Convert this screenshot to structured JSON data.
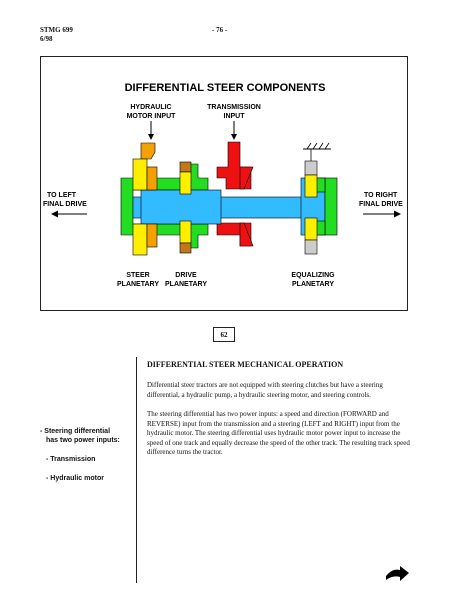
{
  "header": {
    "doc_id": "STMG 699",
    "date": "6/98",
    "page_number": "- 76 -"
  },
  "figure": {
    "title": "DIFFERENTIAL STEER COMPONENTS",
    "labels": {
      "hydraulic_l1": "HYDRAULIC",
      "hydraulic_l2": "MOTOR INPUT",
      "transmission_l1": "TRANSMISSION",
      "transmission_l2": "INPUT",
      "left_l1": "TO LEFT",
      "left_l2": "FINAL DRIVE",
      "right_l1": "TO RIGHT",
      "right_l2": "FINAL DRIVE",
      "steer_l1": "STEER",
      "steer_l2": "PLANETARY",
      "drive_l1": "DRIVE",
      "drive_l2": "PLANETARY",
      "equal_l1": "EQUALIZING",
      "equal_l2": "PLANETARY"
    },
    "colors": {
      "green": "#22dd22",
      "red": "#ee1111",
      "blue": "#33bbff",
      "yellow": "#ffee00",
      "orange": "#f5a000",
      "brown": "#c07818",
      "gray": "#cccccc"
    },
    "number": "62"
  },
  "sidebar": {
    "point_line1": "- Steering differential",
    "point_line2": "has two power inputs:",
    "sub1": "- Transmission",
    "sub2": "- Hydraulic motor"
  },
  "content": {
    "title": "DIFFERENTIAL STEER MECHANICAL OPERATION",
    "para1": "Differential steer tractors are not equipped with steering clutches but have a steering differential, a hydraulic pump, a hydraulic steering motor, and steering controls.",
    "para2": "The steering differential has two power inputs:  a speed and direction (FORWARD and REVERSE) input from the transmission and a steering (LEFT and RIGHT) input from the hydraulic motor.  The steering differential uses hydraulic motor power input to increase the speed of one track and equally decrease the speed of the other track.  The resulting track speed difference turns the tractor."
  },
  "footer": {
    "next_icon": "next-page-arrow-icon"
  }
}
